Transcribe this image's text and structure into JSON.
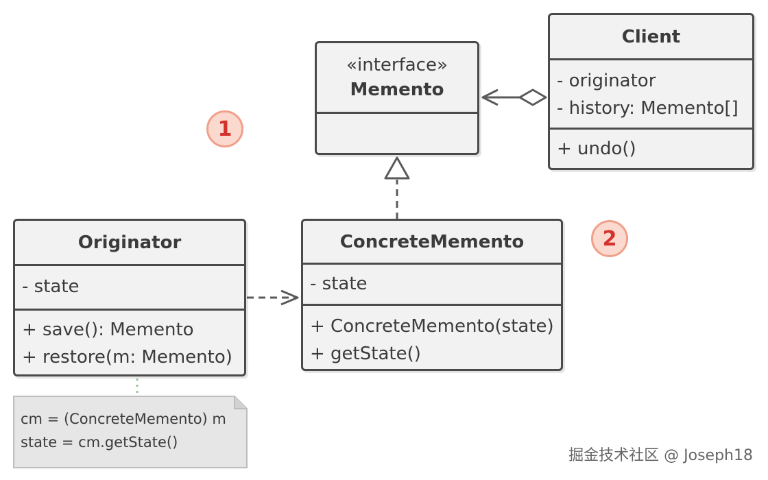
{
  "memento": {
    "stereotype": "«interface»",
    "name": "Memento"
  },
  "client": {
    "name": "Client",
    "fields": [
      "- originator",
      "- history: Memento[]"
    ],
    "methods": [
      "+ undo()"
    ]
  },
  "originator": {
    "name": "Originator",
    "fields": [
      "- state"
    ],
    "methods": [
      "+ save(): Memento",
      "+ restore(m: Memento)"
    ]
  },
  "concrete": {
    "name": "ConcreteMemento",
    "fields": [
      "- state"
    ],
    "methods": [
      "+ ConcreteMemento(state)",
      "+ getState()"
    ]
  },
  "note": {
    "lines": [
      "cm = (ConcreteMemento) m",
      "state = cm.getState()"
    ]
  },
  "badges": [
    "1",
    "2"
  ],
  "watermark": "掘金技术社区 @ Joseph18",
  "colors": {
    "border": "#4a4a4a",
    "box_fill": "#f2f2f2",
    "badge_text": "#d4322c",
    "badge_fill": "#fbd9cf",
    "note_link": "#8fc89a"
  }
}
